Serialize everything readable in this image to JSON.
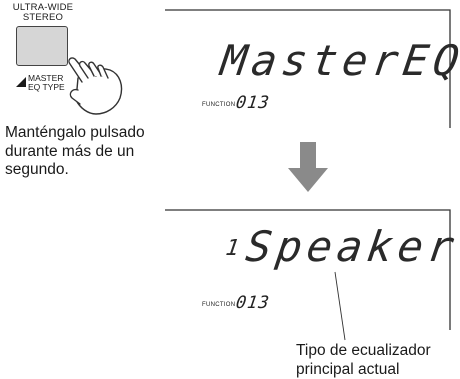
{
  "button": {
    "top_label_line1": "ULTRA-WIDE",
    "top_label_line2": "STEREO",
    "bottom_label_line1": "MASTER",
    "bottom_label_line2": "EQ TYPE"
  },
  "instruction": "Manténgalo pulsado durante más de un segundo.",
  "display1": {
    "main_text": "MasterEQ",
    "function_label": "FUNCTION",
    "function_value": "013"
  },
  "display2": {
    "index": "1",
    "main_text": "Speaker",
    "function_label": "FUNCTION",
    "function_value": "013"
  },
  "annotation": "Tipo de ecualizador principal actual",
  "colors": {
    "button_fill": "#d6d6d6",
    "arrow": "#8a8a8a",
    "text": "#1a1a1a"
  },
  "icons": {
    "pointer": "hand-press-icon",
    "arrow": "arrow-down-icon",
    "wedge": "wedge-icon"
  }
}
